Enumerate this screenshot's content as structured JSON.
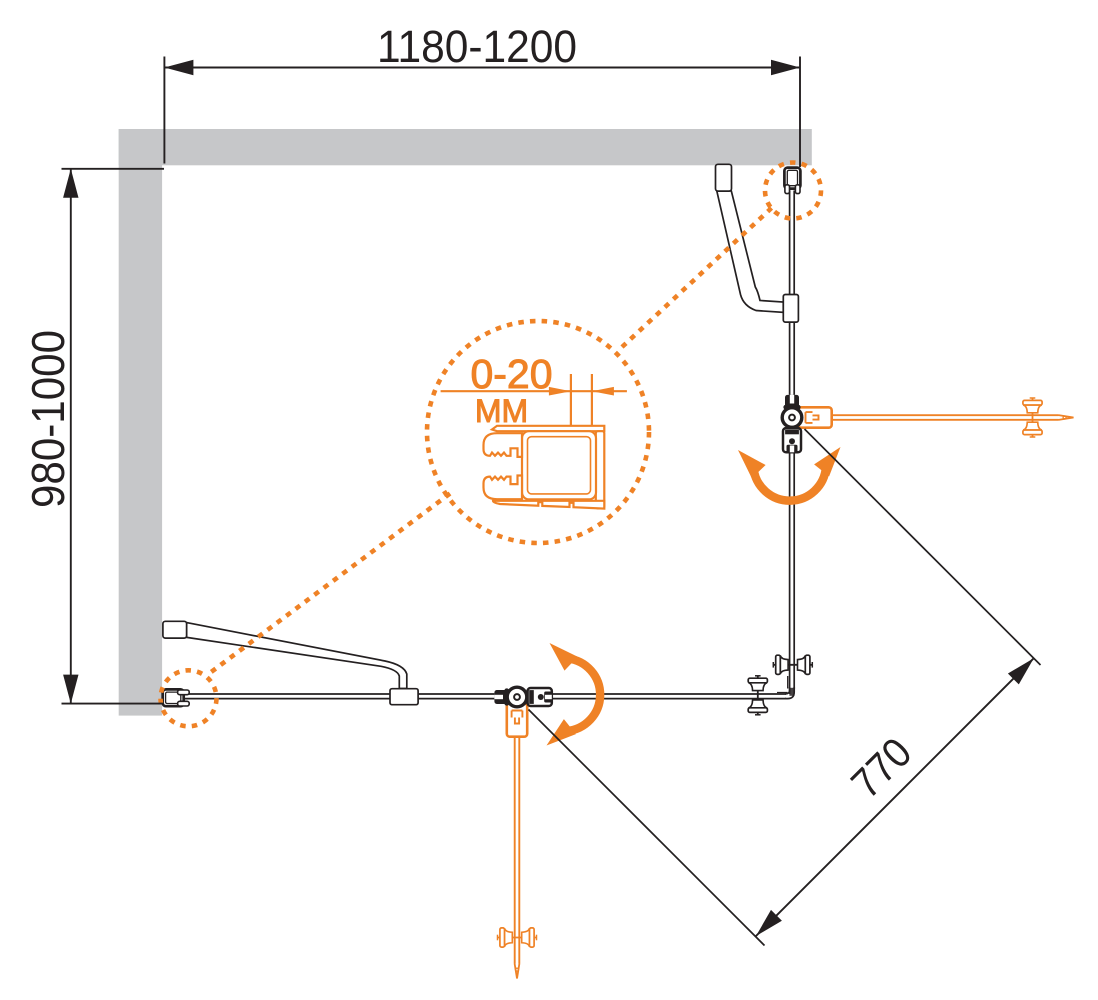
{
  "drawing": {
    "title": "shower-enclosure-plan-dimensions",
    "width_label": "1180-1200",
    "height_label": "980-1000",
    "door_label": "770",
    "detail": {
      "range_label": "0-20",
      "unit_label": "MM"
    }
  },
  "colors": {
    "ink": "#242021",
    "orange": "#ef8226",
    "wall": "#c6c7c9",
    "paper": "#ffffff"
  }
}
